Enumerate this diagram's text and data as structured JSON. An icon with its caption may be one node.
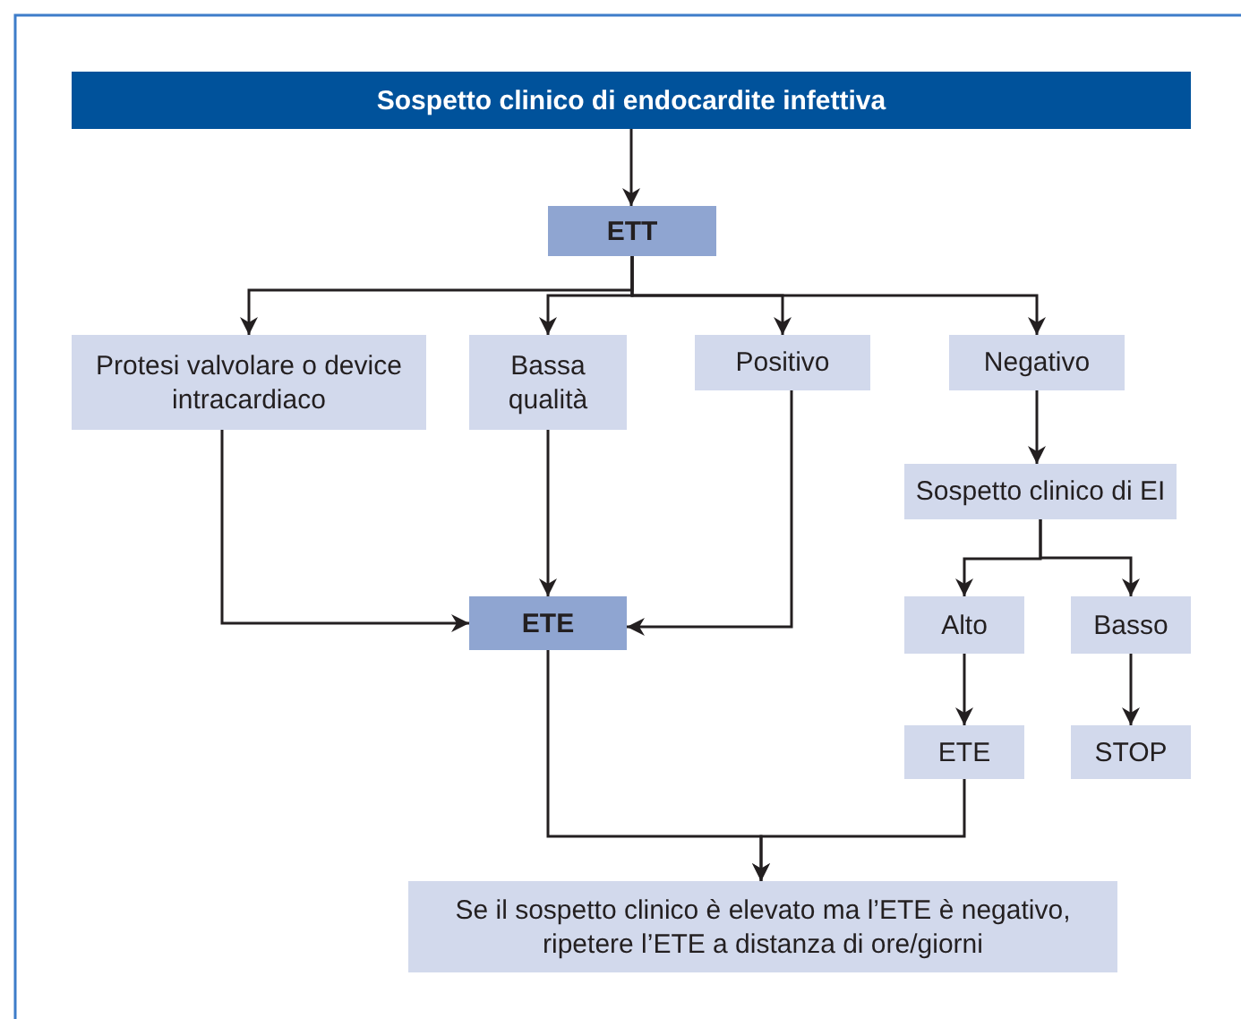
{
  "diagram": {
    "nodes": [
      {
        "text": [
          "Sospetto clinico di endocardite infettiva"
        ]
      },
      {
        "text": [
          "ETT"
        ]
      },
      {
        "text": [
          "Protesi valvolare o device intracardiaco"
        ]
      },
      {
        "text": [
          "Bassa qualità"
        ]
      },
      {
        "text": [
          "Positivo"
        ]
      },
      {
        "text": [
          "Negativo"
        ]
      },
      {
        "text": [
          "Sospetto clinico di EI"
        ]
      },
      {
        "text": [
          "ETE"
        ]
      },
      {
        "text": [
          "Alto"
        ]
      },
      {
        "text": [
          "Basso"
        ]
      },
      {
        "text": [
          "ETE"
        ]
      },
      {
        "text": [
          "STOP"
        ]
      },
      {
        "text": [
          "Se il sospetto clinico è elevato ma l’ETE è negativo, ripetere l’ETE a distanza di ore/giorni"
        ]
      }
    ],
    "edges": [
      {
        "from": 0,
        "to": 1,
        "arrow": "to"
      },
      {
        "from": 1,
        "to": 2,
        "arrow": "to"
      },
      {
        "from": 1,
        "to": 3,
        "arrow": "to"
      },
      {
        "from": 1,
        "to": 4,
        "arrow": "to"
      },
      {
        "from": 1,
        "to": 5,
        "arrow": "to"
      },
      {
        "from": 5,
        "to": 6,
        "arrow": "to"
      },
      {
        "from": 6,
        "to": 8,
        "arrow": "to"
      },
      {
        "from": 6,
        "to": 9,
        "arrow": "to"
      },
      {
        "from": 8,
        "to": 10,
        "arrow": "to"
      },
      {
        "from": 9,
        "to": 11,
        "arrow": "to"
      },
      {
        "from": 2,
        "to": 7,
        "arrow": "to"
      },
      {
        "from": 3,
        "to": 7,
        "arrow": "to"
      },
      {
        "from": 4,
        "to": 7,
        "arrow": "to"
      },
      {
        "from": 7,
        "to": 12,
        "arrow": "to"
      },
      {
        "from": 10,
        "to": 12,
        "arrow": "to"
      }
    ]
  }
}
